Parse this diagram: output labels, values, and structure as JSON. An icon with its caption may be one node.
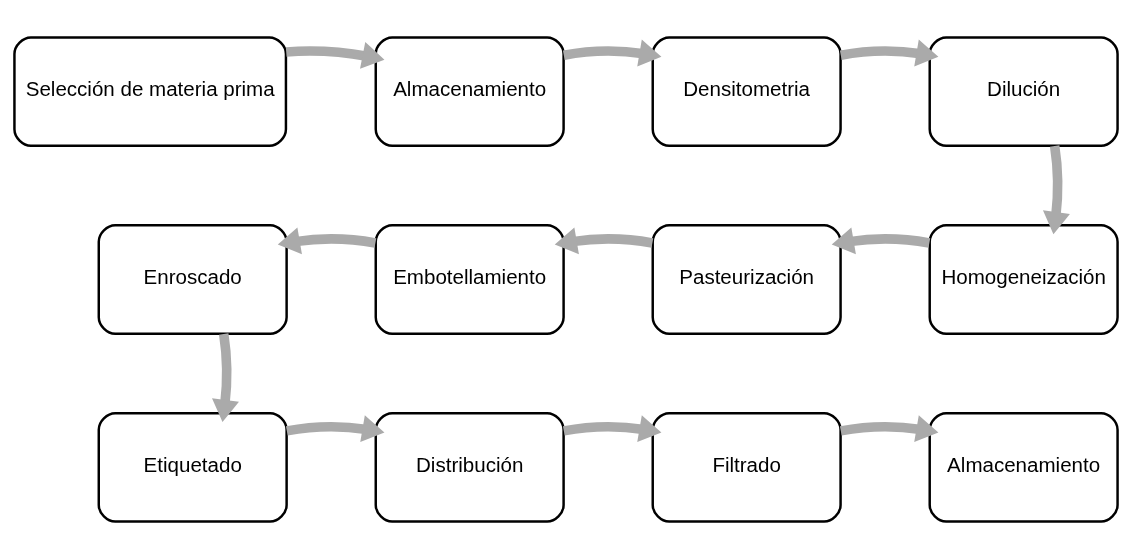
{
  "diagram": {
    "nodes": [
      {
        "text": [
          "Selección de materia prima"
        ]
      },
      {
        "text": [
          "Almacenamiento"
        ]
      },
      {
        "text": [
          "Densitometria"
        ]
      },
      {
        "text": [
          "Dilución"
        ]
      },
      {
        "text": [
          "Homogeneización"
        ]
      },
      {
        "text": [
          "Pasteurización"
        ]
      },
      {
        "text": [
          "Embotellamiento"
        ]
      },
      {
        "text": [
          "Enroscado"
        ]
      },
      {
        "text": [
          "Etiquetado"
        ]
      },
      {
        "text": [
          "Distribución"
        ]
      },
      {
        "text": [
          "Filtrado"
        ]
      },
      {
        "text": [
          "Almacenamiento"
        ]
      }
    ],
    "edges": [
      {
        "from": 0,
        "to": 1,
        "arrow": "to"
      },
      {
        "from": 1,
        "to": 2,
        "arrow": "to"
      },
      {
        "from": 2,
        "to": 3,
        "arrow": "to"
      },
      {
        "from": 3,
        "to": 4,
        "arrow": "to"
      },
      {
        "from": 4,
        "to": 5,
        "arrow": "to"
      },
      {
        "from": 5,
        "to": 6,
        "arrow": "to"
      },
      {
        "from": 6,
        "to": 7,
        "arrow": "to"
      },
      {
        "from": 7,
        "to": 8,
        "arrow": "to"
      },
      {
        "from": 8,
        "to": 9,
        "arrow": "to"
      },
      {
        "from": 9,
        "to": 10,
        "arrow": "to"
      },
      {
        "from": 10,
        "to": 11,
        "arrow": "to"
      }
    ]
  }
}
